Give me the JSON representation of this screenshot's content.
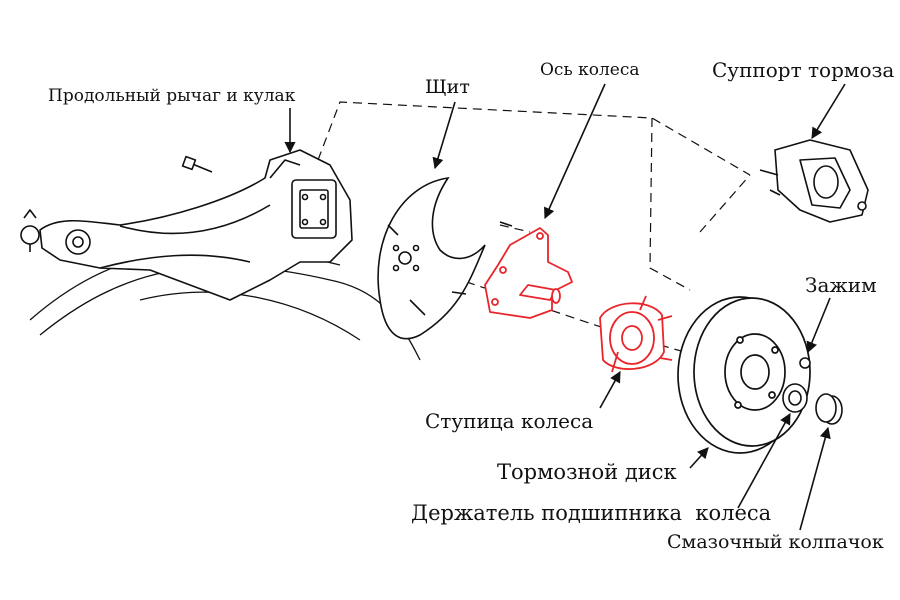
{
  "labels": {
    "trailing_arm": "Продольный рычаг и кулак",
    "shield": "Щит",
    "wheel_axle": "Ось колеса",
    "caliper": "Суппорт тормоза",
    "clip": "Зажим",
    "hub": "Ступица колеса",
    "brake_disc": "Тормозной диск",
    "bearing_holder": "Держатель подшипника  колеса",
    "grease_cap": "Смазочный колпачок"
  },
  "colors": {
    "line": "#111111",
    "highlight": "#e8262b",
    "background": "#ffffff"
  }
}
